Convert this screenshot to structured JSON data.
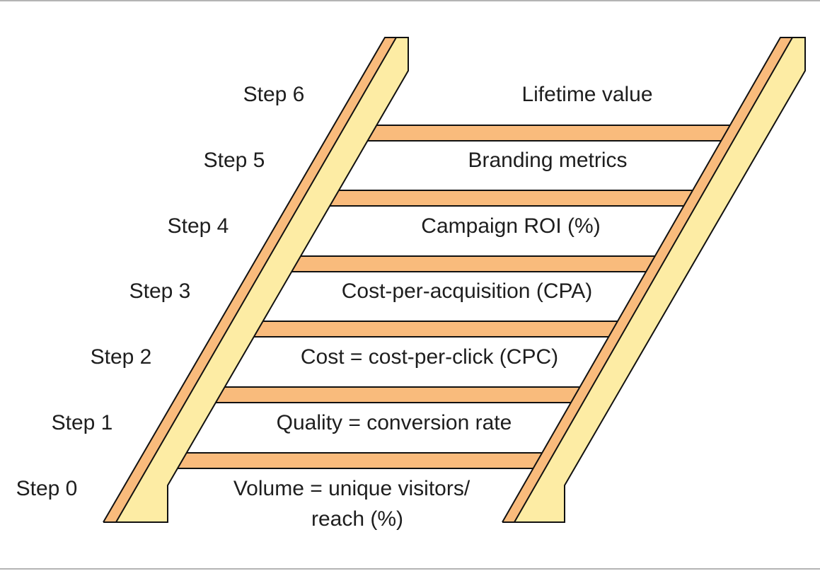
{
  "diagram": {
    "colors": {
      "rail_face": "#fdeca4",
      "rail_edge": "#f9bb7c",
      "rung_fill": "#f9bb7c",
      "outline": "#111111",
      "text": "#1e1e1e"
    },
    "steps": [
      {
        "label": "Step 0",
        "metric": "Volume = unique visitors/",
        "metric_line2": "reach (%)"
      },
      {
        "label": "Step 1",
        "metric": "Quality = conversion rate"
      },
      {
        "label": "Step 2",
        "metric": "Cost = cost-per-click (CPC)"
      },
      {
        "label": "Step 3",
        "metric": "Cost-per-acquisition (CPA)"
      },
      {
        "label": "Step 4",
        "metric": "Campaign ROI (%)"
      },
      {
        "label": "Step 5",
        "metric": "Branding metrics"
      },
      {
        "label": "Step 6",
        "metric": "Lifetime value"
      }
    ]
  }
}
